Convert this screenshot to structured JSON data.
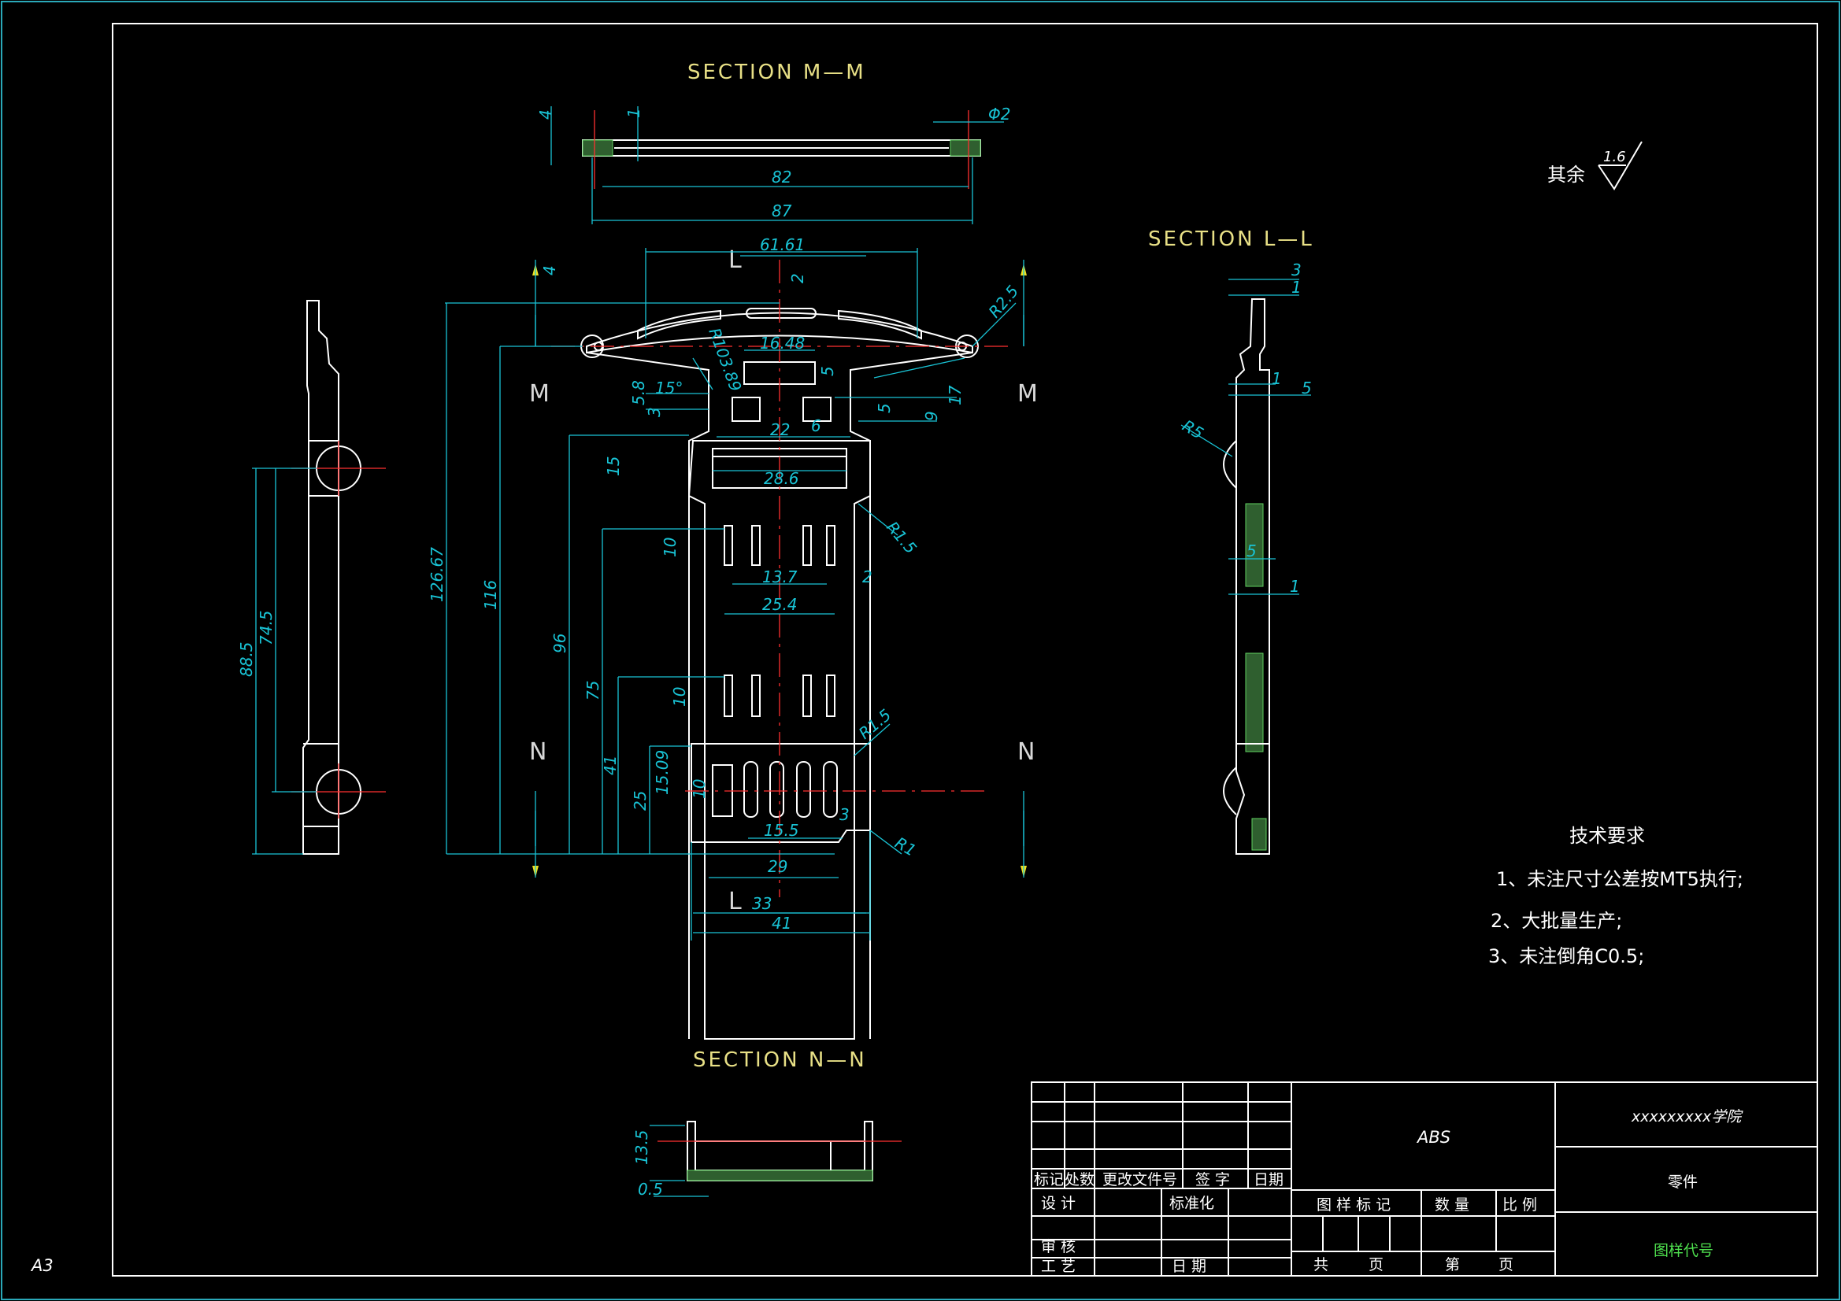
{
  "sheet": {
    "format": "A3"
  },
  "sections": {
    "mm": "SECTION M—M",
    "ll": "SECTION L—L",
    "nn": "SECTION N—N"
  },
  "section_markers": {
    "M": "M",
    "N": "N",
    "L": "L"
  },
  "surface_finish": {
    "label": "其余",
    "value": "1.6"
  },
  "technical_requirements": {
    "title": "技术要求",
    "items": [
      "1、未注尺寸公差按MT5执行;",
      "2、大批量生产;",
      "3、未注倒角C0.5;"
    ]
  },
  "dimensions": {
    "mm_width_inner": "82",
    "mm_width_outer": "87",
    "mm_thickness": "4",
    "mm_lip": "1",
    "mm_hole": "Φ2",
    "top_width": "61.61",
    "top_offset": "2",
    "radius_arc": "R103.89",
    "radius_end": "R2.5",
    "slot_width": "16.48",
    "dim_4": "4",
    "dim_5a": "5",
    "dim_5b": "5",
    "dim_5_8": "5.8",
    "dim_3": "3",
    "angle": "15°",
    "dim_9": "9",
    "dim_17": "17",
    "dim_22": "22",
    "dim_6": "6",
    "dim_28_6": "28.6",
    "dim_15": "15",
    "r15a": "R1.5",
    "r15b": "R1.5",
    "r1": "R1",
    "dim_10a": "10",
    "dim_10b": "10",
    "dim_10c": "10",
    "dim_13_7": "13.7",
    "dim_2": "2",
    "dim_25_4": "25.4",
    "dim_126_67": "126.67",
    "dim_116": "116",
    "dim_96": "96",
    "dim_75": "75",
    "dim_41v": "41",
    "dim_25": "25",
    "dim_15_09": "15.09",
    "dim_15_5": "15.5",
    "dim_3b": "3",
    "dim_29": "29",
    "dim_33": "33",
    "dim_41": "41",
    "side_88_5": "88.5",
    "side_74_5": "74.5",
    "ll_3": "3",
    "ll_1a": "1",
    "ll_1b": "1",
    "ll_5": "5",
    "ll_r5": "R5",
    "ll_5b": "5",
    "ll_1c": "1",
    "nn_13_5": "13.5",
    "nn_0_5": "0.5"
  },
  "title_block": {
    "material": "ABS",
    "school": "xxxxxxxxx学院",
    "part": "零件",
    "drawing_no": "图样代号",
    "labels": {
      "mark": "标记",
      "count": "处数",
      "change_doc": "更改文件号",
      "sign": "签 字",
      "date": "日期",
      "design": "设 计",
      "standard": "标准化",
      "review": "审 核",
      "process": "工 艺",
      "date2": "日 期",
      "drawing_mark": "图 样 标 记",
      "quantity": "数 量",
      "scale": "比 例",
      "total": "共",
      "page": "页",
      "sheet": "第",
      "page2": "页"
    }
  },
  "colors": {
    "background": "#000000",
    "outline": "#ffffff",
    "dimension": "#19c4d6",
    "centerline": "#ff3030",
    "hatch": "#5fd05f",
    "title_text": "#e8e086"
  }
}
